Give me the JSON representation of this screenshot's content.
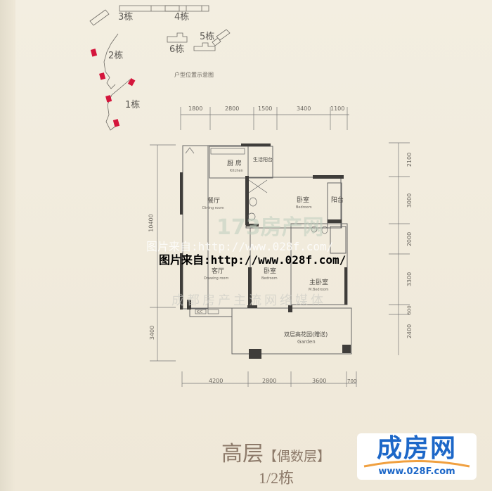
{
  "site_plan": {
    "buildings": [
      "3栋",
      "4栋",
      "5栋",
      "6栋",
      "2栋",
      "1栋"
    ],
    "caption": "户型位置示意图",
    "highlight_color": "#d4163c"
  },
  "dimensions": {
    "top": [
      "1800",
      "2800",
      "1500",
      "3400",
      "1100"
    ],
    "bottom": [
      "4200",
      "2800",
      "3600",
      "700"
    ],
    "left": [
      "10400",
      "3400"
    ],
    "right": [
      "2100",
      "3000",
      "2000",
      "3300",
      "600",
      "2400"
    ]
  },
  "rooms": {
    "kitchen": {
      "cn": "厨 房",
      "en": "Kitchen"
    },
    "service_balcony": {
      "cn": "生活阳台"
    },
    "dining": {
      "cn": "餐厅",
      "en": "Dining room"
    },
    "bedroom1": {
      "cn": "卧室",
      "en": "Bedroom"
    },
    "balcony": {
      "cn": "阳台"
    },
    "living": {
      "cn": "客厅",
      "en": "Drawing room"
    },
    "bedroom2": {
      "cn": "卧室",
      "en": "Bedroom"
    },
    "master": {
      "cn": "主卧室",
      "en": "M.Bedroom"
    },
    "garden": {
      "cn": "双层高花园(赠送)",
      "en": "Garden"
    },
    "ac_label": "K/C"
  },
  "watermark": {
    "brand": "173房产网",
    "url_text": "图片来自:http://www.028f.com/",
    "slogan": "成都房产主流网络媒体"
  },
  "footer": {
    "title": "高层",
    "title_note": "【偶数层】",
    "subtitle": "1/2栋"
  },
  "logo": {
    "name": "成房网",
    "url": "www.028F.com",
    "color": "#1c67c8",
    "accent": "#f0a040"
  }
}
